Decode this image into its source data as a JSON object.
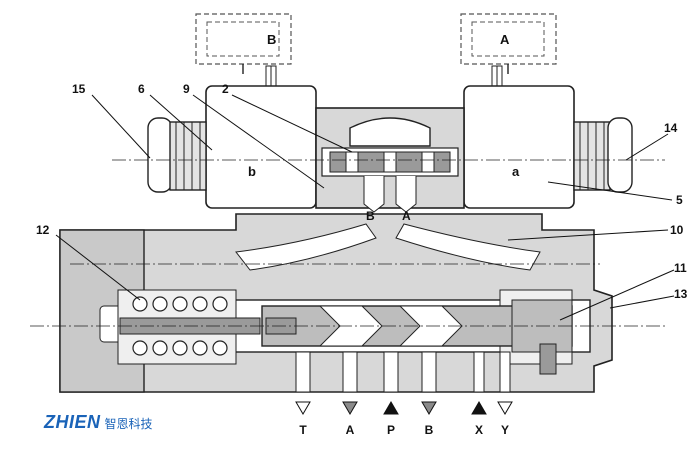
{
  "callouts": {
    "n15": "15",
    "n6": "6",
    "n9": "9",
    "n2": "2",
    "n14": "14",
    "n5": "5",
    "n10": "10",
    "n12": "12",
    "n11": "11",
    "n13": "13"
  },
  "solenoid_labels": {
    "left_top": "B",
    "right_top": "A",
    "left_body": "b",
    "right_body": "a"
  },
  "pilot_ports": {
    "left": "B",
    "right": "A"
  },
  "ports": [
    {
      "label": "T",
      "symbol": "triangle-down-open"
    },
    {
      "label": "A",
      "symbol": "triangle-down-filled"
    },
    {
      "label": "P",
      "symbol": "triangle-up-filled"
    },
    {
      "label": "B",
      "symbol": "triangle-down-filled"
    },
    {
      "label": "X",
      "symbol": "triangle-up-filled"
    },
    {
      "label": "Y",
      "symbol": "triangle-down-open"
    }
  ],
  "brand": {
    "name_en": "ZHIEN",
    "name_cn": "智恩科技",
    "color": "#1a63b8"
  },
  "colors": {
    "line": "#222222",
    "gray_fill": "#d8d8d8",
    "mid_gray": "#bdbdbd",
    "spool": "#9a9a9a",
    "white": "#ffffff"
  }
}
